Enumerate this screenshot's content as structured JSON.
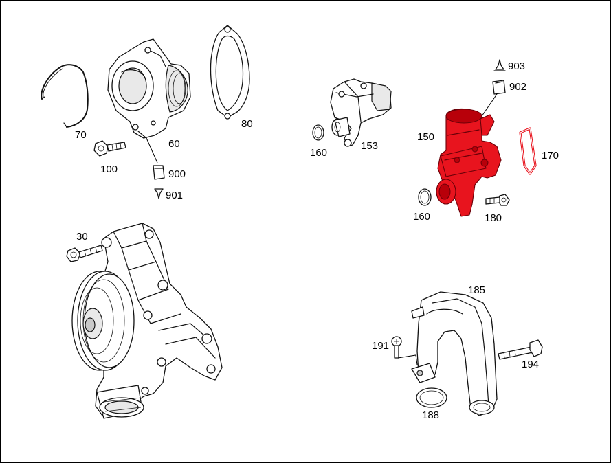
{
  "diagram": {
    "highlight_color": "#e8141e",
    "callouts": {
      "p70": "70",
      "p60": "60",
      "p80": "80",
      "p100": "100",
      "p900": "900",
      "p901": "901",
      "p160a": "160",
      "p153": "153",
      "p903": "903",
      "p902": "902",
      "p150": "150",
      "p170": "170",
      "p160b": "160",
      "p180": "180",
      "p30": "30",
      "p185": "185",
      "p191": "191",
      "p194": "194",
      "p188": "188"
    }
  }
}
